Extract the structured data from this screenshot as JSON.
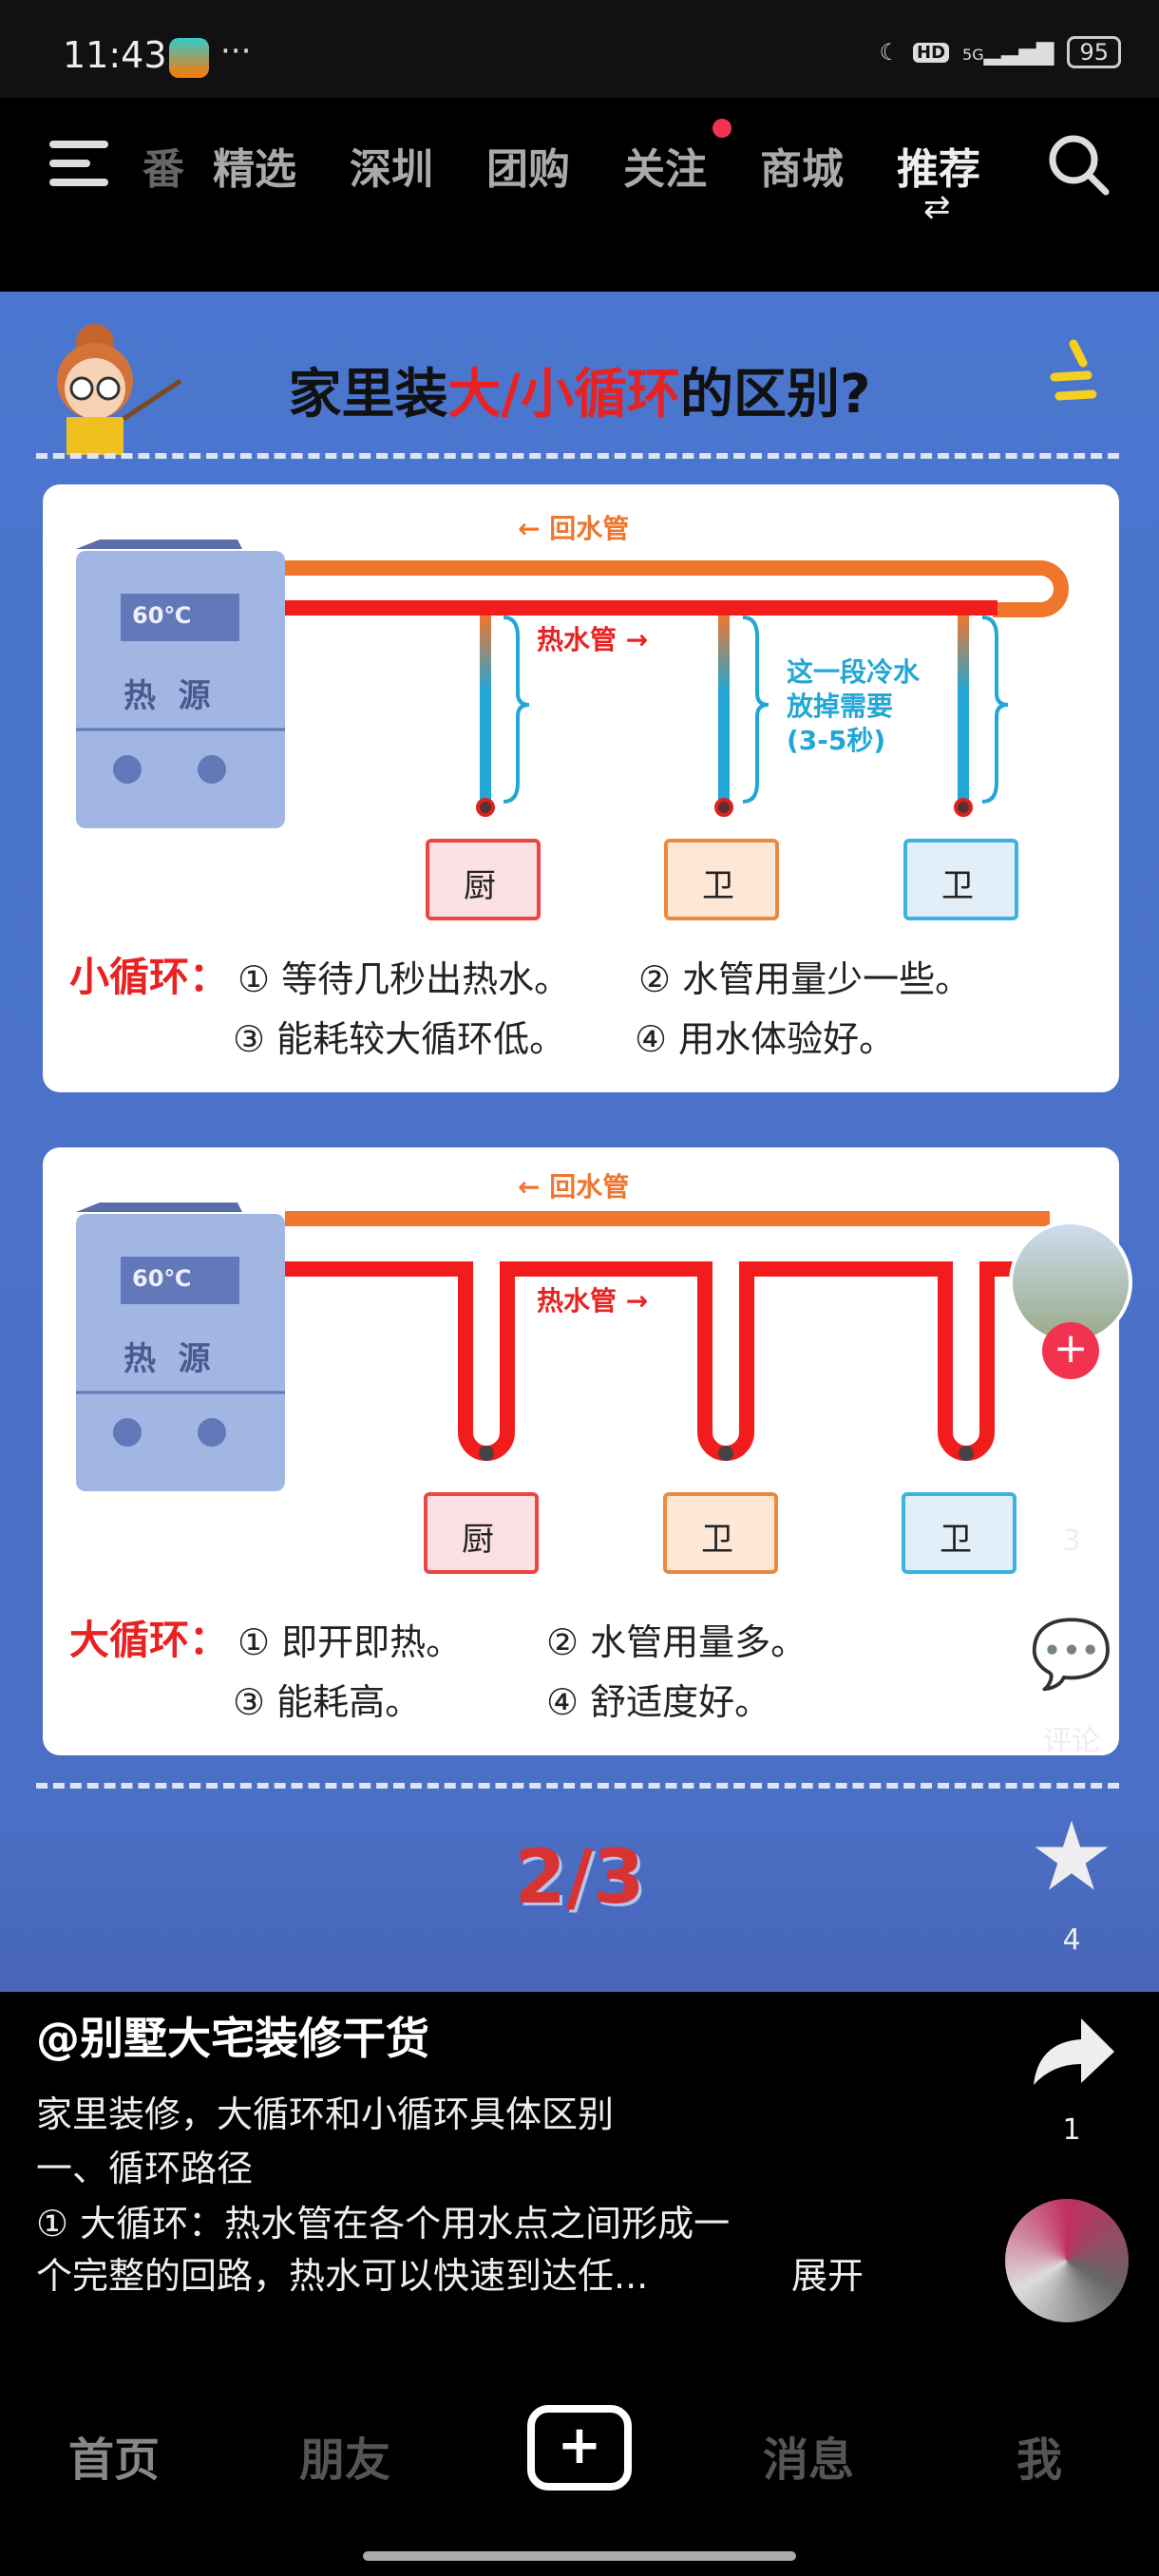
{
  "status": {
    "time": "11:43",
    "more": "···",
    "hd": "HD",
    "network": "5G",
    "battery": "95"
  },
  "nav": {
    "partial": "番",
    "tabs": [
      "精选",
      "深圳",
      "团购",
      "关注",
      "商城",
      "推荐"
    ],
    "swap": "⇄"
  },
  "post": {
    "title_pre": "家里装",
    "title_red": "大/小循环",
    "title_post": "的区别?",
    "return_pipe": "← 回水管",
    "hot_pipe": "热水管 →",
    "temp": "60℃",
    "heat_source": "热  源",
    "rooms": [
      "厨",
      "卫",
      "卫"
    ],
    "cold_note": [
      "这一段冷水",
      "放掉需要",
      "(3-5秒)"
    ],
    "small": {
      "label": "小循环：",
      "points": [
        "① 等待几秒出热水。",
        "② 水管用量少一些。",
        "③ 能耗较大循环低。",
        "④ 用水体验好。"
      ]
    },
    "big": {
      "label": "大循环：",
      "points": [
        "① 即开即热。",
        "② 水管用量多。",
        "③ 能耗高。",
        "④ 舒适度好。"
      ]
    },
    "page": "2/3"
  },
  "side": {
    "likes": "3",
    "comments": "评论",
    "favorites": "4",
    "shares": "1"
  },
  "caption": {
    "user": "@别墅大宅装修干货",
    "lines": [
      "家里装修，大循环和小循环具体区别",
      "一、循环路径",
      "① 大循环：热水管在各个用水点之间形成一",
      "个完整的回路，热水可以快速到达任..."
    ],
    "expand": "展开"
  },
  "bottom": {
    "tabs": [
      "首页",
      "朋友",
      "消息",
      "我"
    ],
    "plus": "+"
  },
  "colors": {
    "blue_bg": "#4b76cf",
    "red": "#e82222",
    "orange": "#f0762e"
  }
}
